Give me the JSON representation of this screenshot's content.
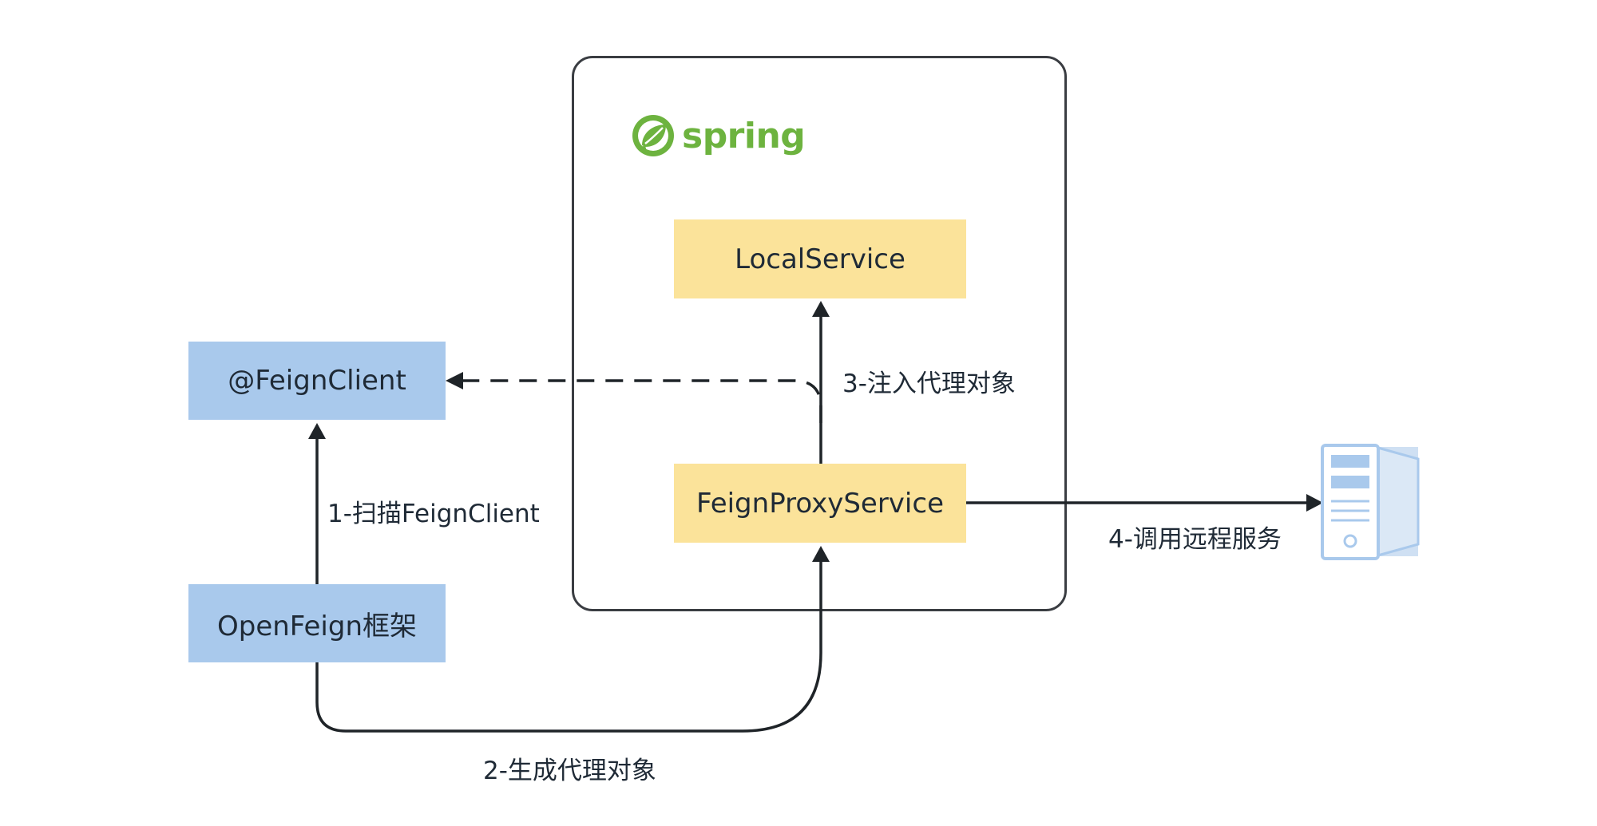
{
  "spring": {
    "logo_text": "spring",
    "brand_color": "#6db33f"
  },
  "nodes": {
    "feign_client": "@FeignClient",
    "openfeign": "OpenFeign框架",
    "local_service": "LocalService",
    "feign_proxy": "FeignProxyService"
  },
  "edges": {
    "step1": "1-扫描FeignClient",
    "step2": "2-生成代理对象",
    "step3": "3-注入代理对象",
    "step4": "4-调用远程服务"
  },
  "colors": {
    "blue_box": "#a9c9ec",
    "yellow_box": "#fbe39a",
    "server_icon": "#a9c9ec",
    "line": "#1f2428"
  },
  "icons": {
    "server": "server-icon",
    "spring_leaf": "spring-leaf-icon"
  }
}
